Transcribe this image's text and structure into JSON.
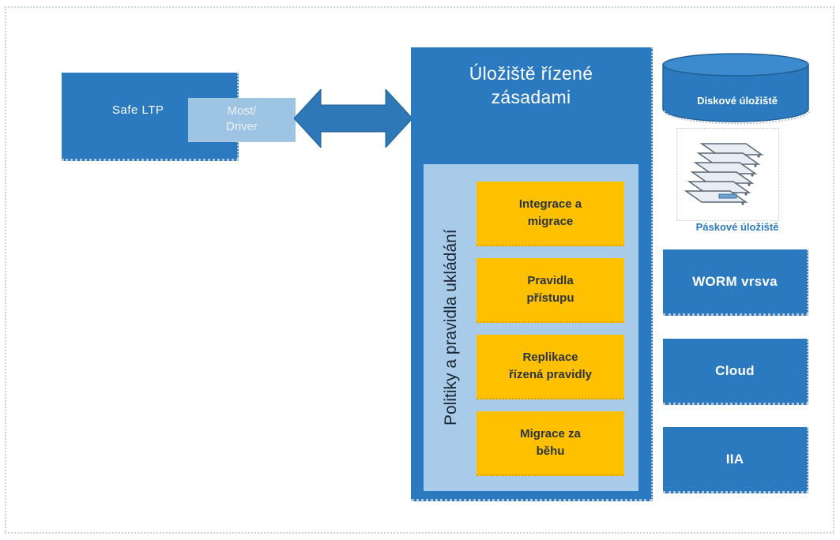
{
  "diagram": {
    "safe_ltp": "Safe LTP",
    "most_driver_line1": "Most/",
    "most_driver_line2": "Driver",
    "storage": {
      "title_line1": "Úložiště řízené",
      "title_line2": "zásadami",
      "policies_label": "Politiky a pravidla ukládání",
      "rules": [
        {
          "line1": "Integrace a",
          "line2": "migrace"
        },
        {
          "line1": "Pravidla",
          "line2": "přístupu"
        },
        {
          "line1": "Replikace",
          "line2": "řízená pravidly"
        },
        {
          "line1": "Migrace za",
          "line2": "běhu"
        }
      ]
    },
    "targets": {
      "disk": "Diskové úložiště",
      "tape": "Páskové úložiště",
      "worm": "WORM vrsva",
      "cloud": "Cloud",
      "iia": "IIA"
    }
  },
  "colors": {
    "primary_blue": "#2b7ac0",
    "light_blue": "#a7cbe8",
    "bridge_blue": "#9ec4e4",
    "rule_orange": "#ffc000"
  },
  "icons": {
    "arrow": "double-arrow-icon",
    "disk": "database-cylinder-icon",
    "tape": "tape-library-icon"
  }
}
